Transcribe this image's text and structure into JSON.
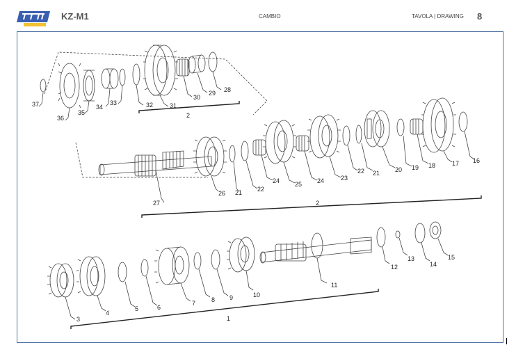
{
  "header": {
    "model": "KZ-M1",
    "section": "CAMBIO",
    "tavola": "TAVOLA | DRAWING",
    "page": "8",
    "logo_icon": "tm-racing-logo",
    "logo_color": "#3a5fb0"
  },
  "diagram": {
    "frame_color": "#4a6fa0",
    "part_labels": [
      "1",
      "2",
      "3",
      "4",
      "5",
      "6",
      "7",
      "8",
      "9",
      "10",
      "11",
      "12",
      "13",
      "14",
      "15",
      "16",
      "17",
      "18",
      "19",
      "20",
      "21",
      "22",
      "23",
      "24",
      "25",
      "26",
      "27",
      "28",
      "29",
      "30",
      "31",
      "32",
      "33",
      "34",
      "35",
      "36",
      "37"
    ],
    "group_labels": {
      "top": "2",
      "middle": "2",
      "bottom": "1"
    }
  }
}
